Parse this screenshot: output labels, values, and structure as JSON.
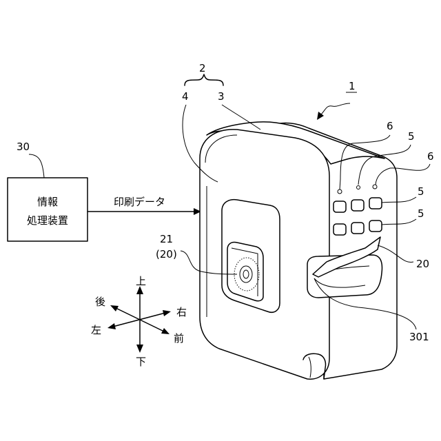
{
  "refs": {
    "r1": "1",
    "r2": "2",
    "r3": "3",
    "r4": "4",
    "r5a": "5",
    "r5b": "5",
    "r5c": "5",
    "r6a": "6",
    "r6b": "6",
    "r20": "20",
    "r21": "21",
    "r21p": "(20)",
    "r30": "30",
    "r301": "301"
  },
  "info_device": {
    "line1": "情報",
    "line2": "処理装置"
  },
  "arrow_label": "印刷データ",
  "directions": {
    "up": "上",
    "down": "下",
    "back": "後",
    "front": "前",
    "left": "左",
    "right": "右"
  }
}
